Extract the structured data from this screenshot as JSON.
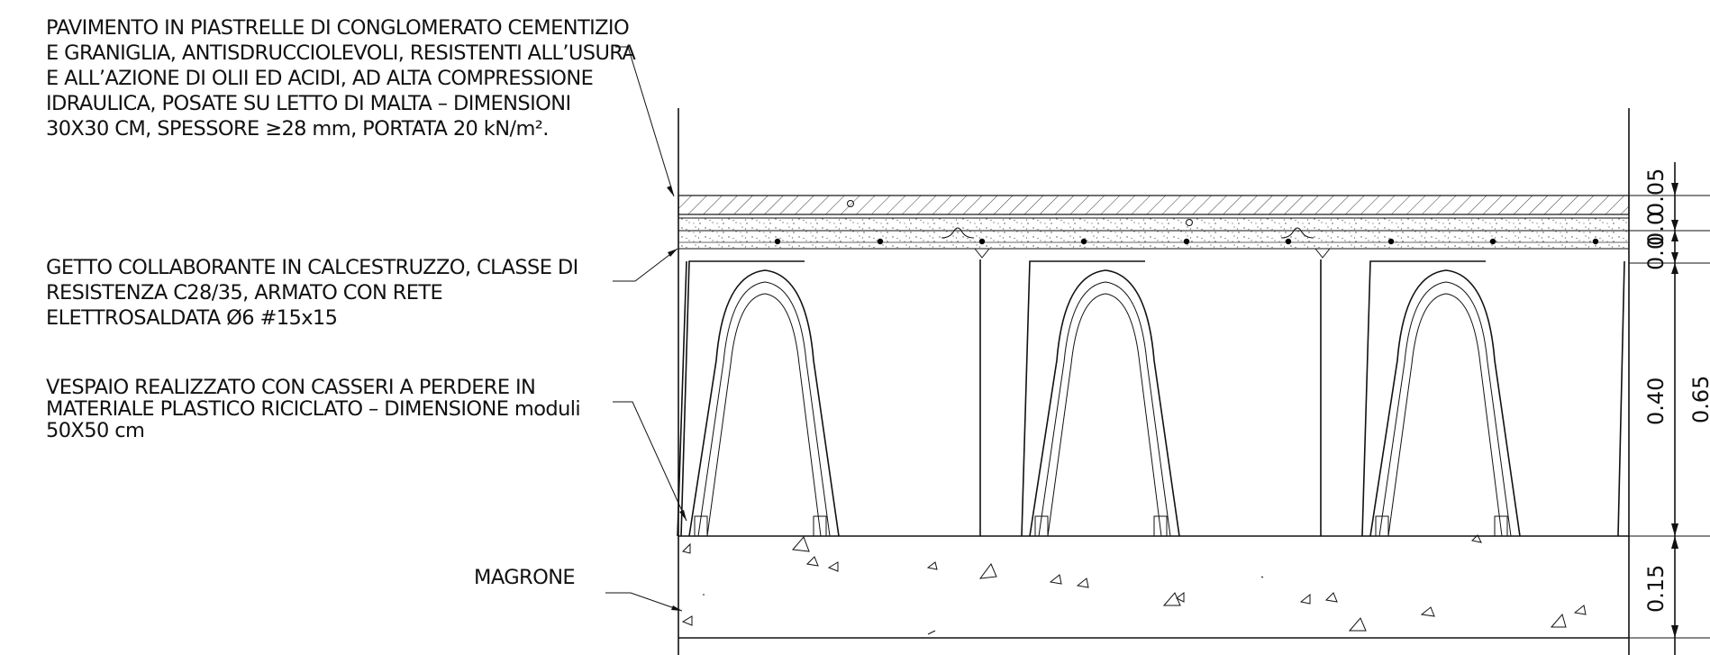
{
  "notes": {
    "flooring": [
      "PAVIMENTO IN PIASTRELLE DI CONGLOMERATO CEMENTIZIO",
      "E GRANIGLIA, ANTISDRUCCIOLEVOLI, RESISTENTI ALL’USURA",
      "E ALL’AZIONE DI OLII ED ACIDI, AD ALTA COMPRESSIONE",
      "IDRAULICA, POSATE SU LETTO DI MALTA – DIMENSIONI",
      "30X30 CM, SPESSORE  ≥28 mm, PORTATA 20 kN/m²."
    ],
    "slab": [
      "GETTO COLLABORANTE IN CALCESTRUZZO, CLASSE DI",
      "RESISTENZA C28/35, ARMATO CON RETE",
      "ELETTROSALDATA Ø6 #15x15"
    ],
    "vespaio": [
      "VESPAIO REALIZZATO CON CASSERI A PERDERE IN",
      "MATERIALE PLASTICO RICICLATO – DIMENSIONE moduli",
      "50X50 cm"
    ],
    "magrone": [
      "MAGRONE"
    ]
  },
  "dimensions": {
    "layer_1": "0.05",
    "layer_2": "0.0",
    "layer_3": "0.0",
    "formwork": "0.40",
    "magrone": "0.15",
    "total": "0.65"
  }
}
